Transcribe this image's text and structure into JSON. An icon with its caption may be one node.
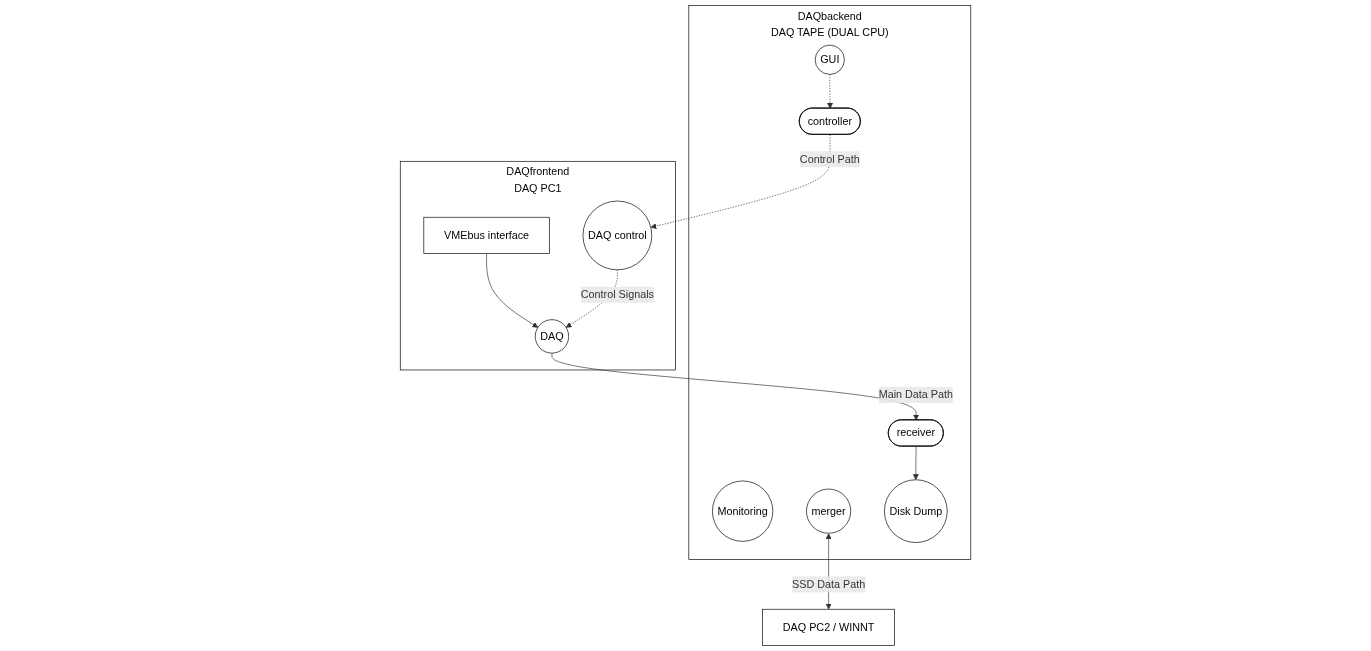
{
  "diagram": {
    "nodes": [
      {
        "text": [
          "DAQfrontend",
          "DAQ PC1"
        ]
      },
      {
        "text": [
          "VMEbus interface"
        ],
        "in": 0
      },
      {
        "text": [
          "DAQ control"
        ],
        "in": 0
      },
      {
        "text": [
          "DAQ"
        ],
        "in": 0
      },
      {
        "text": [
          "DAQbackend",
          "DAQ TAPE (DUAL CPU)"
        ]
      },
      {
        "text": [
          "controller"
        ],
        "in": 4
      },
      {
        "text": [
          "receiver"
        ],
        "in": 4
      },
      {
        "text": [
          "GUI"
        ],
        "in": 4
      },
      {
        "text": [
          "Monitoring"
        ],
        "in": 4
      },
      {
        "text": [
          "merger"
        ],
        "in": 4
      },
      {
        "text": [
          "Disk Dump"
        ],
        "in": 4
      },
      {
        "text": [
          "DAQ PC2 / WINNT"
        ]
      }
    ],
    "edges": [
      {
        "from": 1,
        "to": 3,
        "arrow": "to"
      },
      {
        "from": 2,
        "to": 3,
        "arrow": "to",
        "label": "Control Signals",
        "style": "dashed"
      },
      {
        "from": 5,
        "to": 2,
        "arrow": "to",
        "label": "Control Path",
        "style": "dashed"
      },
      {
        "from": 7,
        "to": 5,
        "arrow": "to",
        "style": "dashed"
      },
      {
        "from": 3,
        "to": 6,
        "arrow": "to",
        "label": "Main Data Path"
      },
      {
        "from": 6,
        "to": 10,
        "arrow": "to"
      },
      {
        "from": 9,
        "to": 11,
        "arrow": "both",
        "label": "SSD Data Path"
      }
    ]
  }
}
